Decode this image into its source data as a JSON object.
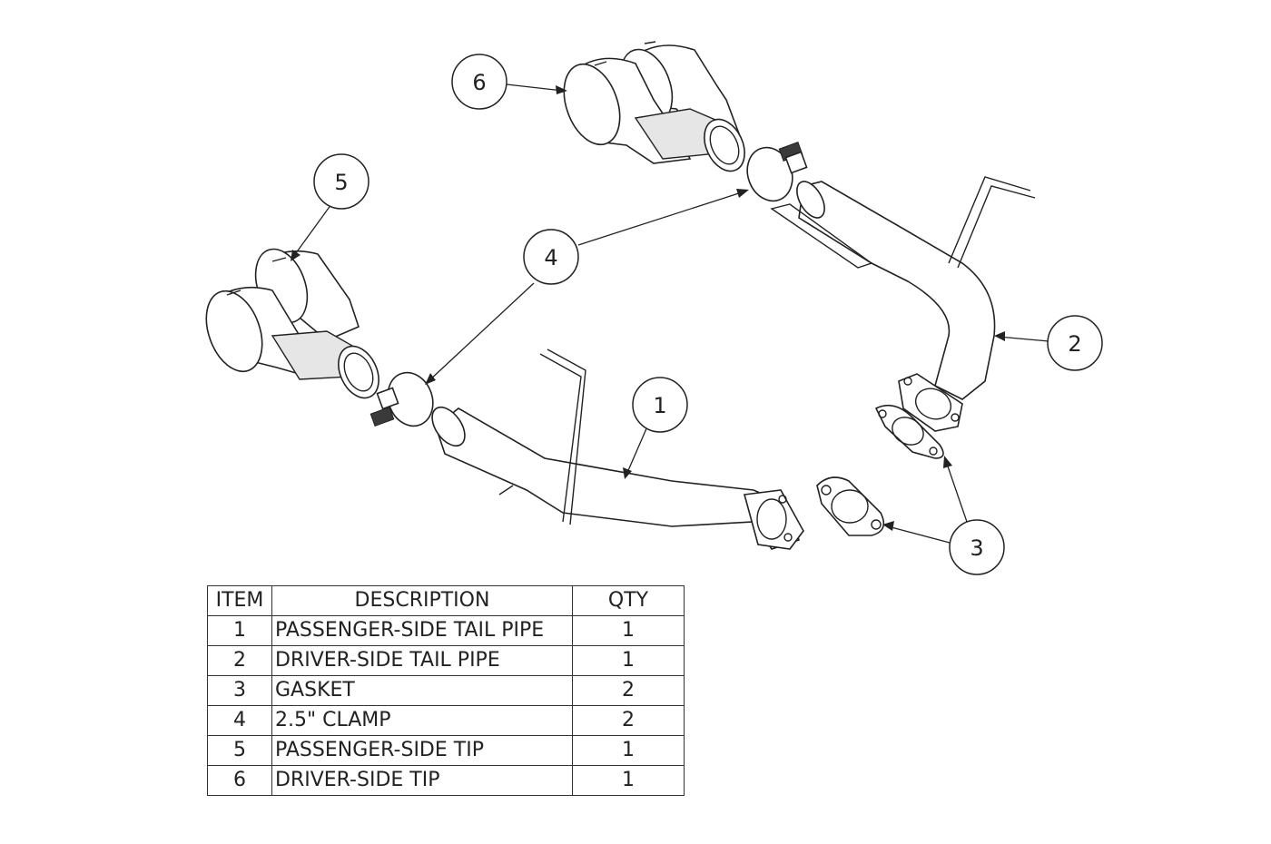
{
  "balloons": [
    {
      "id": "1",
      "label": "1"
    },
    {
      "id": "2",
      "label": "2"
    },
    {
      "id": "3",
      "label": "3"
    },
    {
      "id": "4",
      "label": "4"
    },
    {
      "id": "5",
      "label": "5"
    },
    {
      "id": "6",
      "label": "6"
    }
  ],
  "bom": {
    "headers": {
      "item": "ITEM",
      "description": "DESCRIPTION",
      "qty": "QTY"
    },
    "rows": [
      {
        "item": "1",
        "description": "PASSENGER-SIDE TAIL PIPE",
        "qty": "1"
      },
      {
        "item": "2",
        "description": "DRIVER-SIDE TAIL PIPE",
        "qty": "1"
      },
      {
        "item": "3",
        "description": "GASKET",
        "qty": "2"
      },
      {
        "item": "4",
        "description": "2.5\" CLAMP",
        "qty": "2"
      },
      {
        "item": "5",
        "description": "PASSENGER-SIDE TIP",
        "qty": "1"
      },
      {
        "item": "6",
        "description": "DRIVER-SIDE TIP",
        "qty": "1"
      }
    ]
  }
}
